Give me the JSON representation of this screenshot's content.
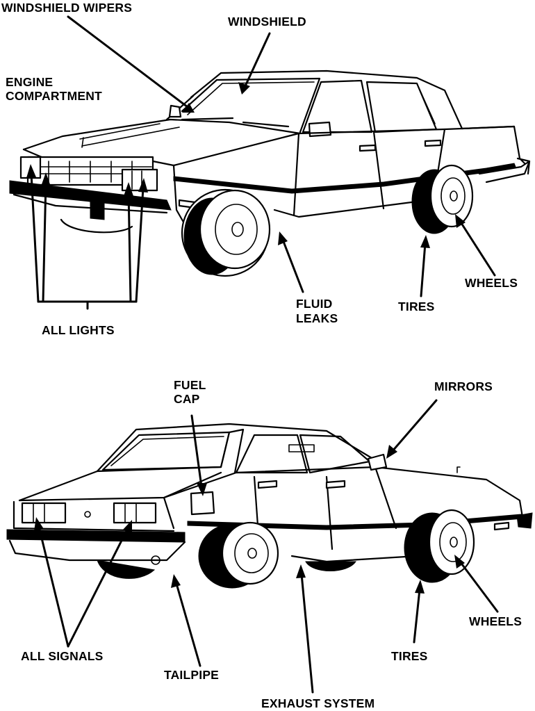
{
  "front_view": {
    "labels": {
      "windshield_wipers": "WINDSHIELD WIPERS",
      "windshield": "WINDSHIELD",
      "engine_line1": "ENGINE",
      "engine_line2": "COMPARTMENT",
      "all_lights": "ALL LIGHTS",
      "fluid_line1": "FLUID",
      "fluid_line2": "LEAKS",
      "tires": "TIRES",
      "wheels": "WHEELS"
    }
  },
  "rear_view": {
    "labels": {
      "fuel_line1": "FUEL",
      "fuel_line2": "CAP",
      "mirrors": "MIRRORS",
      "all_signals": "ALL SIGNALS",
      "tailpipe": "TAILPIPE",
      "exhaust": "EXHAUST SYSTEM",
      "tires": "TIRES",
      "wheels": "WHEELS"
    }
  }
}
